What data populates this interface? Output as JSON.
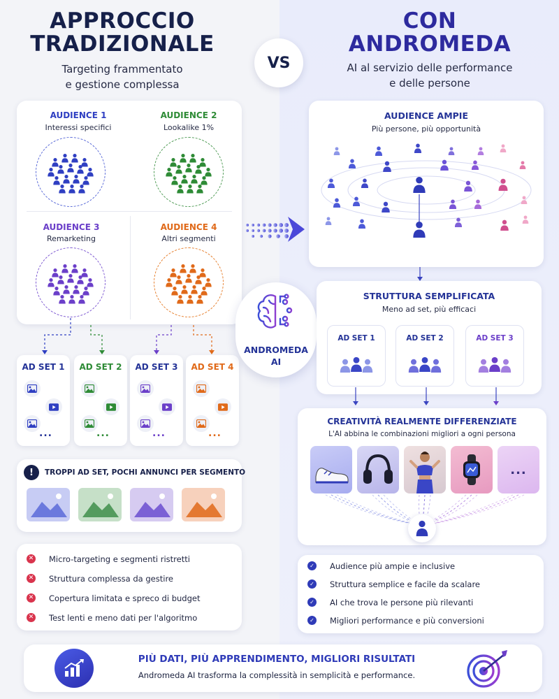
{
  "left": {
    "title_l1": "APPROCCIO",
    "title_l2": "TRADIZIONALE",
    "subtitle_l1": "Targeting frammentato",
    "subtitle_l2": "e gestione complessa",
    "audiences": [
      {
        "name": "AUDIENCE 1",
        "desc": "Interessi specifici",
        "color": "#2f3fc2"
      },
      {
        "name": "AUDIENCE 2",
        "desc": "Lookalike 1%",
        "color": "#2e8b36"
      },
      {
        "name": "AUDIENCE 3",
        "desc": "Remarketing",
        "color": "#6b3fc9"
      },
      {
        "name": "AUDIENCE 4",
        "desc": "Altri segmenti",
        "color": "#e06a1a"
      }
    ],
    "ad_sets": [
      "AD SET 1",
      "AD SET 2",
      "AD SET 3",
      "AD SET 4"
    ],
    "ellipsis": "...",
    "warning": "TROPPI AD SET, POCHI ANNUNCI PER SEGMENTO",
    "warning_icon": "!",
    "cons": [
      "Micro-targeting e segmenti ristretti",
      "Struttura complessa da gestire",
      "Copertura limitata e spreco di budget",
      "Test lenti e meno dati per l'algoritmo"
    ]
  },
  "vs": "VS",
  "ai_badge": {
    "l1": "ANDROMEDA",
    "l2": "AI"
  },
  "right": {
    "title_l1": "CON",
    "title_l2": "ANDROMEDA",
    "subtitle_l1": "AI al servizio delle performance",
    "subtitle_l2": "e delle persone",
    "audience": {
      "title": "AUDIENCE AMPIE",
      "desc": "Più persone, più opportunità"
    },
    "structure": {
      "title": "STRUTTURA SEMPLIFICATA",
      "desc": "Meno ad set, più efficaci",
      "ad_sets": [
        "AD SET 1",
        "AD SET 2",
        "AD SET 3"
      ]
    },
    "creative": {
      "title": "CREATIVITÀ REALMENTE DIFFERENZIATE",
      "desc": "L'AI abbina le combinazioni migliori a ogni persona",
      "more": "..."
    },
    "pros": [
      "Audience più ampie e inclusive",
      "Struttura semplice e facile da scalare",
      "AI che trova le persone più rilevanti",
      "Migliori performance e più conversioni"
    ]
  },
  "footer": {
    "title": "PIÙ DATI, PIÙ APPRENDIMENTO, MIGLIORI RISULTATI",
    "desc": "Andromeda AI trasforma la complessità in semplicità e performance."
  },
  "colors": {
    "blue": "#2f3fc2",
    "green": "#2e8b36",
    "purple": "#6b3fc9",
    "orange": "#e06a1a",
    "navy": "#243397",
    "pink": "#d0458e",
    "red": "#d9344d"
  },
  "icons": [
    "person-icon",
    "image-icon",
    "video-icon",
    "warning-icon",
    "x-icon",
    "check-icon",
    "brain-icon",
    "chart-icon",
    "target-icon",
    "shoe-icon",
    "headphones-icon",
    "smartwatch-icon"
  ]
}
